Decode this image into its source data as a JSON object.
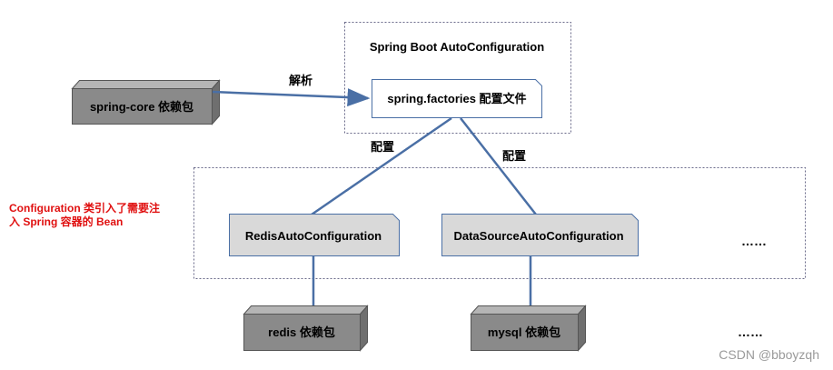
{
  "title": "Spring Boot AutoConfiguration",
  "factories_file": "spring.factories 配置文件",
  "core_dependency": "spring-core 依赖包",
  "parse_label": "解析",
  "config_label_left": "配置",
  "config_label_right": "配置",
  "red_note_line1": "Configuration 类引入了需要注",
  "red_note_line2": "入 Spring 容器的 Bean",
  "redis_auto_config": "RedisAutoConfiguration",
  "datasource_auto_config": "DataSourceAutoConfiguration",
  "ellipsis_top": "……",
  "ellipsis_bottom": "……",
  "redis_dependency": "redis 依赖包",
  "mysql_dependency": "mysql 依赖包",
  "watermark": "CSDN @bboyzqh",
  "colors": {
    "connector": "#4a6fa5",
    "dependency_box": "#8a8a8a",
    "config_box": "#d9d9d9",
    "note_text": "#e01010"
  }
}
